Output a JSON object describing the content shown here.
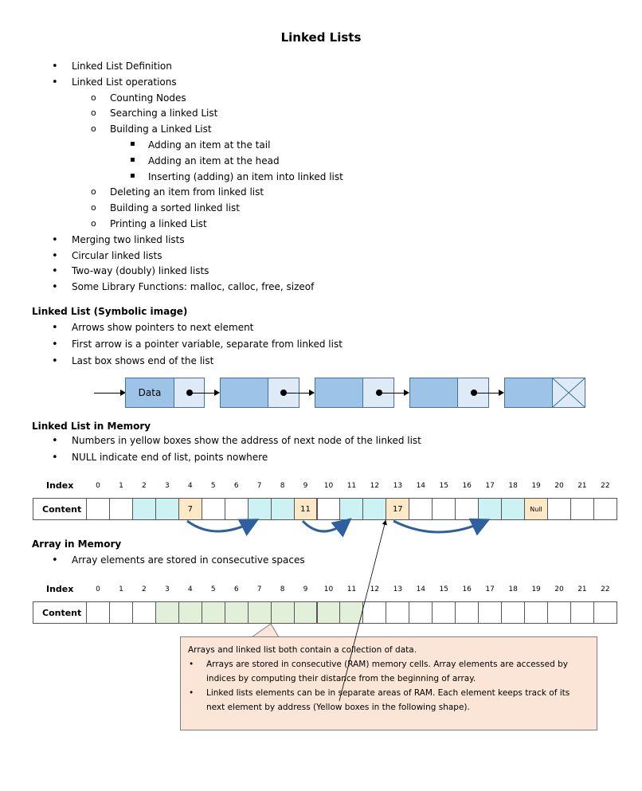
{
  "title": "Linked Lists",
  "outline": [
    {
      "text": "Linked List Definition",
      "level": 1
    },
    {
      "text": "Linked List operations",
      "level": 1
    },
    {
      "text": "Counting Nodes",
      "level": 2
    },
    {
      "text": "Searching a linked List",
      "level": 2
    },
    {
      "text": "Building a Linked List",
      "level": 2
    },
    {
      "text": "Adding an item at the tail",
      "level": 3
    },
    {
      "text": "Adding an item at the head",
      "level": 3
    },
    {
      "text": "Inserting (adding) an item into linked list",
      "level": 3
    },
    {
      "text": "Deleting an item from linked list",
      "level": 2
    },
    {
      "text": "Building a sorted linked list",
      "level": 2
    },
    {
      "text": "Printing a linked List",
      "level": 2
    },
    {
      "text": "Merging two linked lists",
      "level": 1
    },
    {
      "text": "Circular linked lists",
      "level": 1
    },
    {
      "text": "Two-way (doubly) linked lists",
      "level": 1
    },
    {
      "text": "Some Library Functions: malloc, calloc, free, sizeof",
      "level": 1
    }
  ],
  "symbolic": {
    "heading": "Linked List (Symbolic image)",
    "bullets": [
      "Arrows show pointers to next element",
      "First arrow is a pointer variable, separate from linked list",
      "Last box shows end of the list"
    ],
    "first_node_label": "Data"
  },
  "memory": {
    "heading": "Linked List in Memory",
    "bullets": [
      "Numbers in yellow boxes show the address of next node of the linked list",
      "NULL indicate end of list, points nowhere"
    ],
    "index_label": "Index",
    "content_label": "Content",
    "indices": [
      "0",
      "1",
      "2",
      "3",
      "4",
      "5",
      "6",
      "7",
      "8",
      "9",
      "10",
      "11",
      "12",
      "13",
      "14",
      "15",
      "16",
      "17",
      "18",
      "19",
      "20",
      "21",
      "22"
    ],
    "cells": [
      {
        "v": "",
        "c": "white"
      },
      {
        "v": "",
        "c": "white"
      },
      {
        "v": "",
        "c": "cyan"
      },
      {
        "v": "",
        "c": "cyan"
      },
      {
        "v": "7",
        "c": "yellow"
      },
      {
        "v": "",
        "c": "white"
      },
      {
        "v": "",
        "c": "white"
      },
      {
        "v": "",
        "c": "cyan"
      },
      {
        "v": "",
        "c": "cyan"
      },
      {
        "v": "11",
        "c": "yellow"
      },
      {
        "v": "",
        "c": "white"
      },
      {
        "v": "",
        "c": "cyan"
      },
      {
        "v": "",
        "c": "cyan"
      },
      {
        "v": "17",
        "c": "yellow"
      },
      {
        "v": "",
        "c": "white"
      },
      {
        "v": "",
        "c": "white"
      },
      {
        "v": "",
        "c": "white"
      },
      {
        "v": "",
        "c": "cyan"
      },
      {
        "v": "",
        "c": "cyan"
      },
      {
        "v": "Null",
        "c": "yellow"
      },
      {
        "v": "",
        "c": "white"
      },
      {
        "v": "",
        "c": "white"
      },
      {
        "v": "",
        "c": "white"
      }
    ]
  },
  "array": {
    "heading": "Array in Memory",
    "bullets": [
      "Array elements are stored in consecutive spaces"
    ],
    "index_label": "Index",
    "content_label": "Content",
    "indices": [
      "0",
      "1",
      "2",
      "3",
      "4",
      "5",
      "6",
      "7",
      "8",
      "9",
      "10",
      "11",
      "12",
      "13",
      "14",
      "15",
      "16",
      "17",
      "18",
      "19",
      "20",
      "21",
      "22"
    ],
    "filled_from": 3,
    "filled_to": 12
  },
  "callout": {
    "intro": "Arrays and linked list both contain a collection of data.",
    "bullets": [
      [
        "Arrays are stored in consecutive (RAM) memory cells. Array elements are accessed by",
        "indices by computing their distance from the beginning of array."
      ],
      [
        "Linked lists elements can be in separate areas of RAM. Each element keeps track of its",
        "next element by address (Yellow boxes in the following shape)."
      ]
    ]
  },
  "colors": {
    "node_fill": "#9dc3e6",
    "pointer_fill": "#deebf7",
    "cyan": "#ccf2f4",
    "yellow": "#fde9c6",
    "green": "#e2efd9",
    "callout": "#fbe5d6",
    "arrow": "#2e5f9e"
  }
}
